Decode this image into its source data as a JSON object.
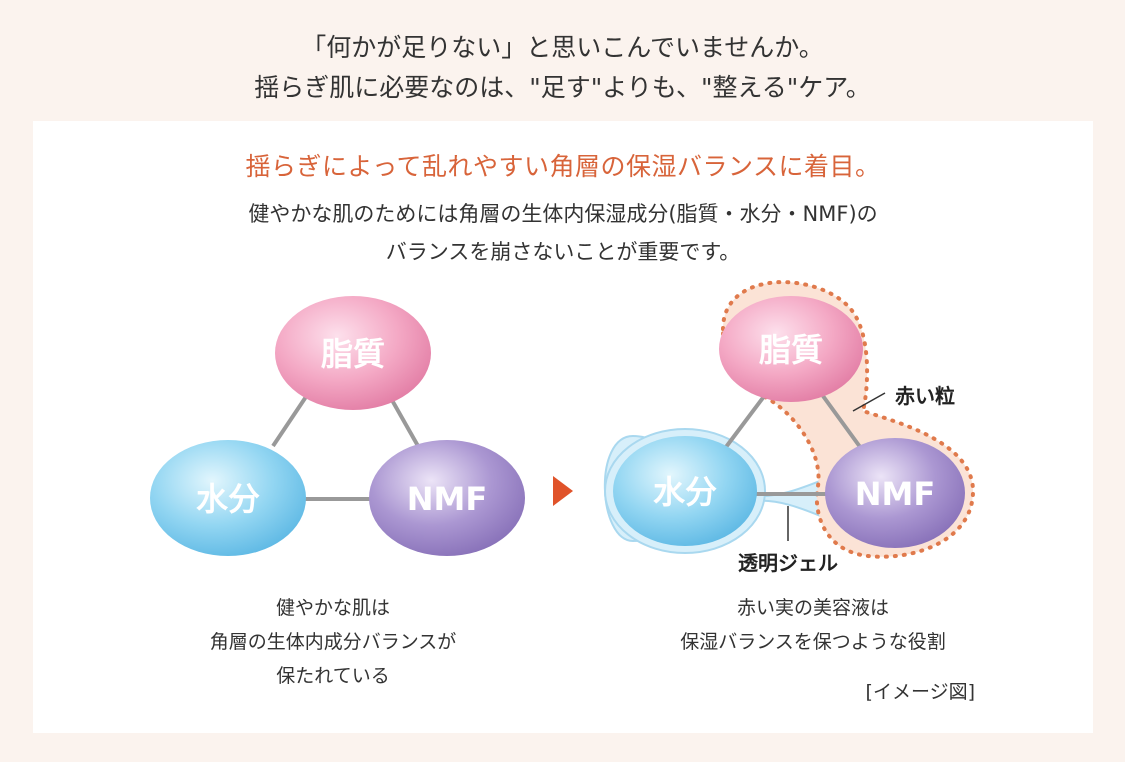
{
  "intro": {
    "line1": "「何かが足りない」と思いこんでいませんか。",
    "line2": "揺らぎ肌に必要なのは、\"足す\"よりも、\"整える\"ケア。"
  },
  "headline": "揺らぎによって乱れやすい角層の保湿バランスに着目。",
  "description": {
    "line1": "健やかな肌のためには角層の生体内保湿成分(脂質・水分・NMF)の",
    "line2": "バランスを崩さないことが重要です。"
  },
  "left_diagram": {
    "lipid": "脂質",
    "water": "水分",
    "nmf": "NMF"
  },
  "right_diagram": {
    "lipid": "脂質",
    "water": "水分",
    "nmf": "NMF",
    "label_red": "赤い粒",
    "label_gel": "透明ジェル"
  },
  "caption_left": {
    "line1": "健やかな肌は",
    "line2": "角層の生体内成分バランスが",
    "line3": "保たれている"
  },
  "caption_right": {
    "line1": "赤い実の美容液は",
    "line2": "保湿バランスを保つような役割"
  },
  "note": "[イメージ図]",
  "colors": {
    "accent": "#d8643a",
    "lipid": "#f2a2c0",
    "water": "#8fd3f0",
    "nmf": "#a995cf",
    "dots": "#e07a4c"
  }
}
